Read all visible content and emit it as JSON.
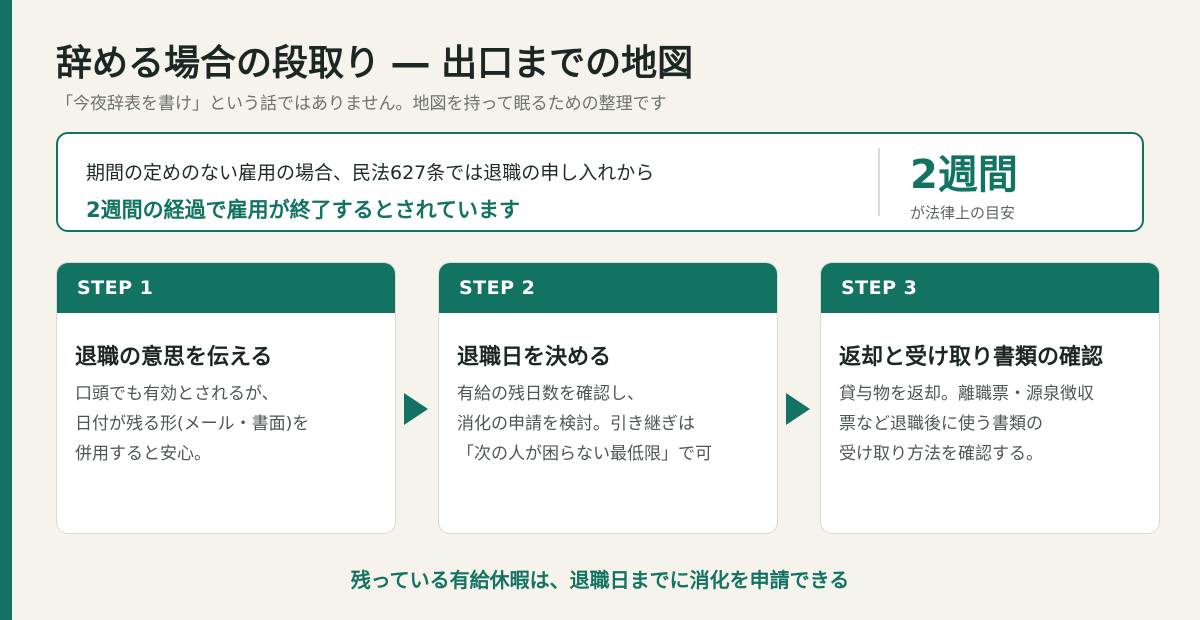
{
  "title": "辞める場合の段取り ― 出口までの地図",
  "subtitle": "「今夜辞表を書け」という話ではありません。地図を持って眠るための整理です",
  "info": {
    "line1": "期間の定めのない雇用の場合、民法627条では退職の申し入れから",
    "line2": "2週間の経過で雇用が終了するとされています",
    "big": "2週間",
    "small": "が法律上の目安"
  },
  "steps": [
    {
      "label": "STEP 1",
      "title": "退職の意思を伝える",
      "lines": [
        "口頭でも有効とされるが、",
        "日付が残る形(メール・書面)を",
        "併用すると安心。"
      ]
    },
    {
      "label": "STEP 2",
      "title": "退職日を決める",
      "lines": [
        "有給の残日数を確認し、",
        "消化の申請を検討。引き継ぎは",
        "「次の人が困らない最低限」で可"
      ]
    },
    {
      "label": "STEP 3",
      "title": "返却と受け取り書類の確認",
      "lines": [
        "貸与物を返却。離職票・源泉徴収",
        "票など退職後に使う書類の",
        "受け取り方法を確認する。"
      ]
    }
  ],
  "footer": "残っている有給休暇は、退職日までに消化を申請できる",
  "colors": {
    "accent": "#137363",
    "background": "#f6f3ec"
  },
  "icons": {
    "arrow": "arrow-right-icon"
  }
}
